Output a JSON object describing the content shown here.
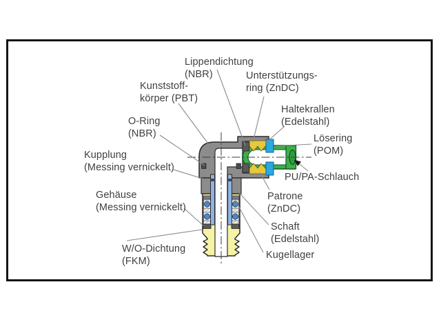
{
  "figure": {
    "kind": "technical cross-section diagram",
    "subject": "Push-in elbow fitting (Steckverschraubung) with labelled components",
    "labels": [
      {
        "id": "lippendichtung",
        "line1": "Lippendichtung",
        "line2": "(NBR)"
      },
      {
        "id": "kunststoffkoerper",
        "line1": "Kunststoff-",
        "line2": "körper (PBT)"
      },
      {
        "id": "unterstuetzungsring",
        "line1": "Unterstützungs-",
        "line2": "ring (ZnDC)"
      },
      {
        "id": "haltekrallen",
        "line1": "Haltekrallen",
        "line2": "(Edelstahl)"
      },
      {
        "id": "oring",
        "line1": "O-Ring",
        "line2": "(NBR)"
      },
      {
        "id": "loesering",
        "line1": "Lösering",
        "line2": "(POM)"
      },
      {
        "id": "kupplung",
        "line1": "Kupplung",
        "line2": "(Messing vernickelt)"
      },
      {
        "id": "pupa_schlauch",
        "line1": "PU/PA-Schlauch"
      },
      {
        "id": "gehaeuse",
        "line1": "Gehäuse",
        "line2": "(Messing vernickelt)"
      },
      {
        "id": "patrone",
        "line1": "Patrone",
        "line2": "(ZnDC)"
      },
      {
        "id": "schaft",
        "line1": "Schaft",
        "line2": "(Edelstahl)"
      },
      {
        "id": "wo_dichtung",
        "line1": "W/O-Dichtung",
        "line2": "(FKM)"
      },
      {
        "id": "kugellager",
        "line1": "Kugellager"
      }
    ],
    "colors": {
      "body_gray": "#8c8c8c",
      "housing_yellow": "#f6f2a6",
      "tube_green": "#3fae49",
      "tube_green_dark": "#2f9c3e",
      "release_ring_blue": "#29a9e1",
      "stem_blue": "#8fb4e3",
      "ball_blue": "#4f86c6",
      "claw_gold": "#e6c83e",
      "seal_dark": "#595959",
      "outline": "#2b2b2b",
      "leader_line": "#8a8a8a",
      "frame_black": "#141414",
      "text": "#3f3f3f"
    }
  }
}
